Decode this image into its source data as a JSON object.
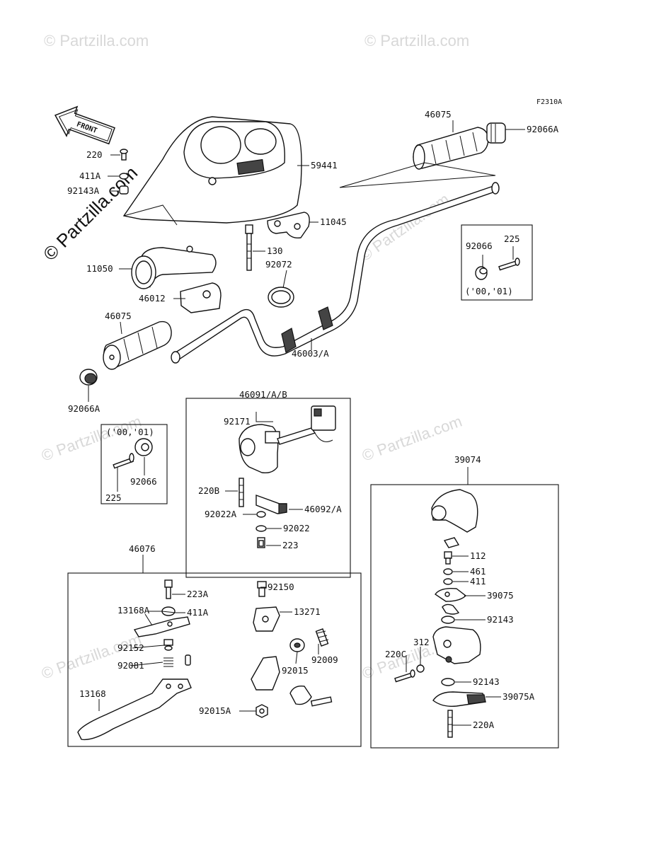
{
  "figure_code": "F2310A",
  "front_label": "FRONT",
  "watermark": {
    "main": "© Partzilla.com",
    "repeat": "© Partzilla.com"
  },
  "parts": {
    "p220": "220",
    "p411A": "411A",
    "p92143A": "92143A",
    "p59441": "59441",
    "p46075_top": "46075",
    "p92066A_top": "92066A",
    "p11045": "11045",
    "p130": "130",
    "p11050": "11050",
    "p92072": "92072",
    "p46012": "46012",
    "p46075_left": "46075",
    "p46003A": "46003/A",
    "p92066A_left": "92066A",
    "p92066_top": "92066",
    "p225_top": "225",
    "p92066_left": "92066",
    "p225_left": "225",
    "p46091AB": "46091/A/B",
    "p92171": "92171",
    "p220B": "220B",
    "p92022A": "92022A",
    "p46092A": "46092/A",
    "p92022": "92022",
    "p223": "223",
    "p39074": "39074",
    "p112": "112",
    "p461": "461",
    "p411": "411",
    "p39075": "39075",
    "p92143": "92143",
    "p312": "312",
    "p220C": "220C",
    "p92143_b": "92143",
    "p39075A": "39075A",
    "p220A": "220A",
    "p46076": "46076",
    "p223A": "223A",
    "p13168A": "13168A",
    "p411A_b": "411A",
    "p92152": "92152",
    "p92081": "92081",
    "p13168": "13168",
    "p92150": "92150",
    "p13271": "13271",
    "p92009": "92009",
    "p92015": "92015",
    "p92015A": "92015A"
  },
  "year_note_top": "('00,'01)",
  "year_note_left": "('00,'01)"
}
